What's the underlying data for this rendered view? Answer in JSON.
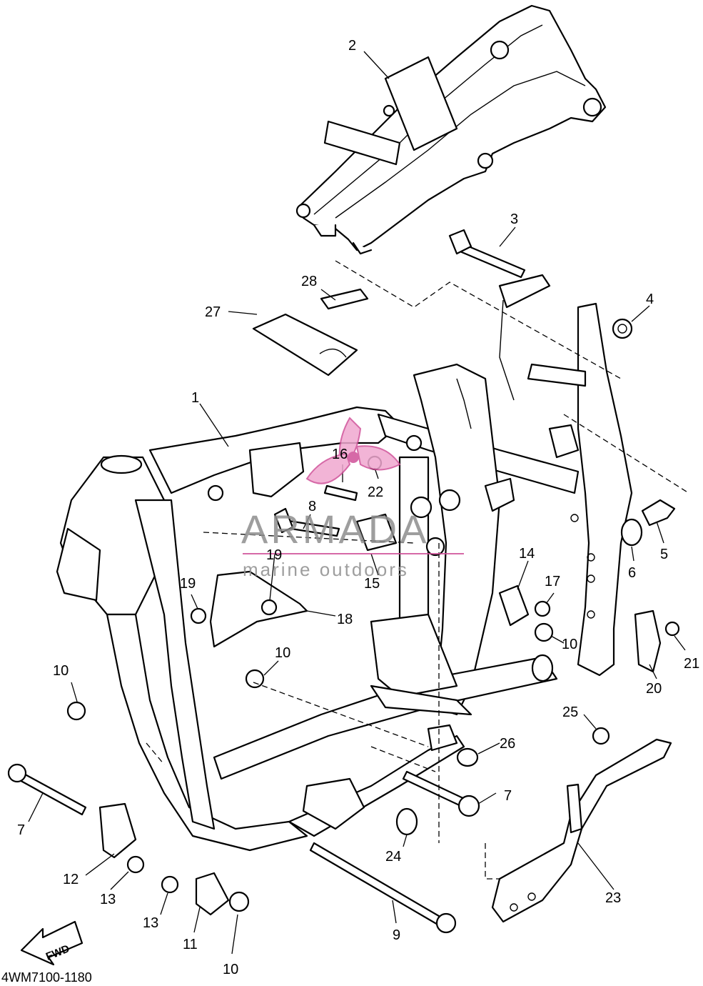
{
  "diagram": {
    "part_code": "4WM7100-1180",
    "direction_label": "FWD",
    "watermark": {
      "brand": "ARMADA",
      "tagline": "marine outdoors"
    },
    "callouts": [
      {
        "id": "c1",
        "label": "1"
      },
      {
        "id": "c2",
        "label": "2"
      },
      {
        "id": "c3",
        "label": "3"
      },
      {
        "id": "c4",
        "label": "4"
      },
      {
        "id": "c5",
        "label": "5"
      },
      {
        "id": "c6",
        "label": "6"
      },
      {
        "id": "c7a",
        "label": "7"
      },
      {
        "id": "c7b",
        "label": "7"
      },
      {
        "id": "c8",
        "label": "8"
      },
      {
        "id": "c9",
        "label": "9"
      },
      {
        "id": "c10a",
        "label": "10"
      },
      {
        "id": "c10b",
        "label": "10"
      },
      {
        "id": "c10c",
        "label": "10"
      },
      {
        "id": "c10d",
        "label": "10"
      },
      {
        "id": "c11",
        "label": "11"
      },
      {
        "id": "c12",
        "label": "12"
      },
      {
        "id": "c13a",
        "label": "13"
      },
      {
        "id": "c13b",
        "label": "13"
      },
      {
        "id": "c14",
        "label": "14"
      },
      {
        "id": "c15",
        "label": "15"
      },
      {
        "id": "c16",
        "label": "16"
      },
      {
        "id": "c17",
        "label": "17"
      },
      {
        "id": "c18",
        "label": "18"
      },
      {
        "id": "c19a",
        "label": "19"
      },
      {
        "id": "c19b",
        "label": "19"
      },
      {
        "id": "c20",
        "label": "20"
      },
      {
        "id": "c21",
        "label": "21"
      },
      {
        "id": "c22",
        "label": "22"
      },
      {
        "id": "c23",
        "label": "23"
      },
      {
        "id": "c24",
        "label": "24"
      },
      {
        "id": "c25",
        "label": "25"
      },
      {
        "id": "c26",
        "label": "26"
      },
      {
        "id": "c27",
        "label": "27"
      },
      {
        "id": "c28",
        "label": "28"
      }
    ]
  }
}
